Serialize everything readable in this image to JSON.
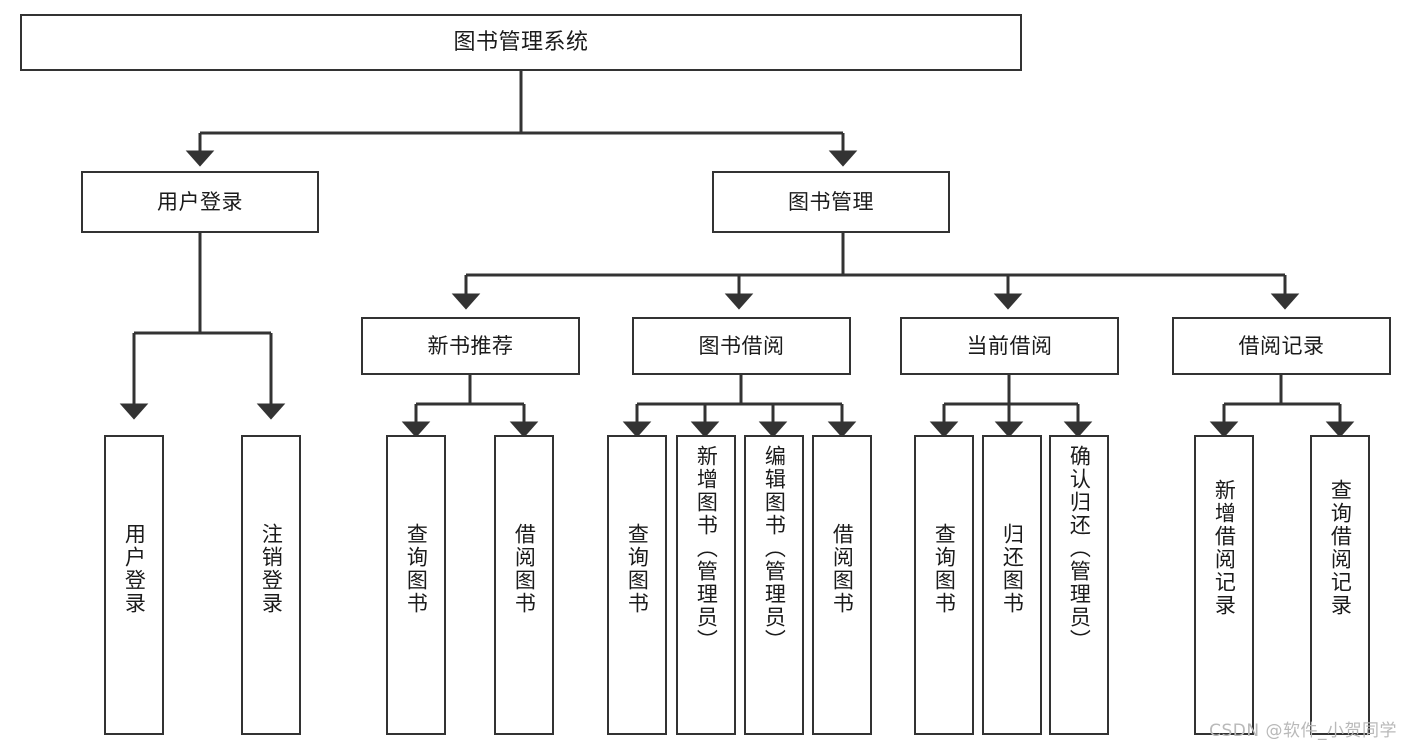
{
  "diagram": {
    "type": "tree",
    "title": "图书管理系统",
    "watermark": "CSDN @软件_小贺同学",
    "colors": {
      "stroke": "#333333",
      "fill": "#ffffff",
      "text": "#1b1b1b",
      "watermark": "#b9b9b9"
    },
    "root": {
      "id": "root",
      "label": "图书管理系统"
    },
    "level1": [
      {
        "id": "user-login",
        "label": "用户登录"
      },
      {
        "id": "book-manage",
        "label": "图书管理"
      }
    ],
    "level2": [
      {
        "id": "new-book-rec",
        "label": "新书推荐",
        "parent": "book-manage"
      },
      {
        "id": "book-borrow",
        "label": "图书借阅",
        "parent": "book-manage"
      },
      {
        "id": "current-borrow",
        "label": "当前借阅",
        "parent": "book-manage"
      },
      {
        "id": "borrow-record",
        "label": "借阅记录",
        "parent": "book-manage"
      }
    ],
    "leaves": [
      {
        "id": "leaf-user-login",
        "label": "用户登录",
        "parent": "user-login"
      },
      {
        "id": "leaf-user-logout",
        "label": "注销登录",
        "parent": "user-login"
      },
      {
        "id": "leaf-query-book-1",
        "label": "查询图书",
        "parent": "new-book-rec"
      },
      {
        "id": "leaf-borrow-book-1",
        "label": "借阅图书",
        "parent": "new-book-rec"
      },
      {
        "id": "leaf-query-book-2",
        "label": "查询图书",
        "parent": "book-borrow"
      },
      {
        "id": "leaf-add-book",
        "label": "新增图书（管理员）",
        "parent": "book-borrow"
      },
      {
        "id": "leaf-edit-book",
        "label": "编辑图书（管理员）",
        "parent": "book-borrow"
      },
      {
        "id": "leaf-borrow-book-2",
        "label": "借阅图书",
        "parent": "book-borrow"
      },
      {
        "id": "leaf-query-book-3",
        "label": "查询图书",
        "parent": "current-borrow"
      },
      {
        "id": "leaf-return-book",
        "label": "归还图书",
        "parent": "current-borrow"
      },
      {
        "id": "leaf-confirm-return",
        "label": "确认归还（管理员）",
        "parent": "current-borrow"
      },
      {
        "id": "leaf-add-record",
        "label": "新增借阅记录",
        "parent": "borrow-record"
      },
      {
        "id": "leaf-query-record",
        "label": "查询借阅记录",
        "parent": "borrow-record"
      }
    ]
  }
}
